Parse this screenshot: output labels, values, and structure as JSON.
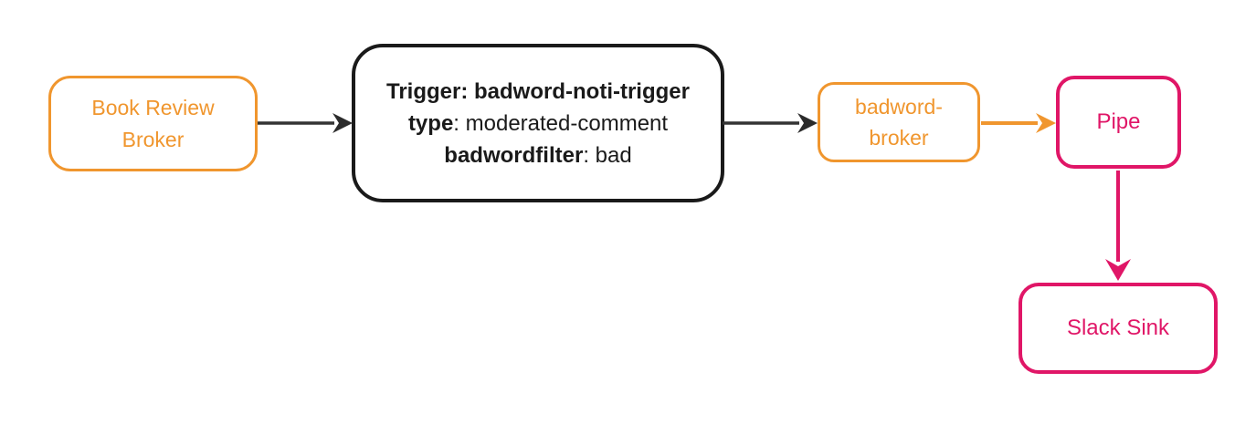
{
  "diagram": {
    "type": "event-flow-diagram",
    "background_color": "#FFFFFF",
    "colors": {
      "broker_orange": "#F0962E",
      "sink_pink": "#E01667",
      "trigger_black": "#1A1A1A",
      "dark_arrow": "#333333"
    },
    "nodes": {
      "book_review_broker": {
        "label": "Book Review Broker",
        "color": "#F0962E"
      },
      "trigger": {
        "line1": "Trigger: badword-noti-trigger",
        "line2_key": "type",
        "line2_value": ": moderated-comment",
        "line3_key": "badwordfilter",
        "line3_value": ": bad",
        "color": "#1A1A1A"
      },
      "badword_broker": {
        "label": "badword-broker",
        "color": "#F0962E"
      },
      "pipe": {
        "label": "Pipe",
        "color": "#E01667"
      },
      "slack_sink": {
        "label": "Slack Sink",
        "color": "#E01667"
      }
    },
    "edges": [
      {
        "from": "Book Review Broker",
        "to": "Trigger",
        "direction": "right",
        "color": "#333333"
      },
      {
        "from": "Trigger",
        "to": "badword-broker",
        "direction": "right",
        "color": "#333333"
      },
      {
        "from": "badword-broker",
        "to": "Pipe",
        "direction": "right",
        "color": "#F0962E"
      },
      {
        "from": "Pipe",
        "to": "Slack Sink",
        "direction": "down",
        "color": "#E01667"
      }
    ]
  }
}
